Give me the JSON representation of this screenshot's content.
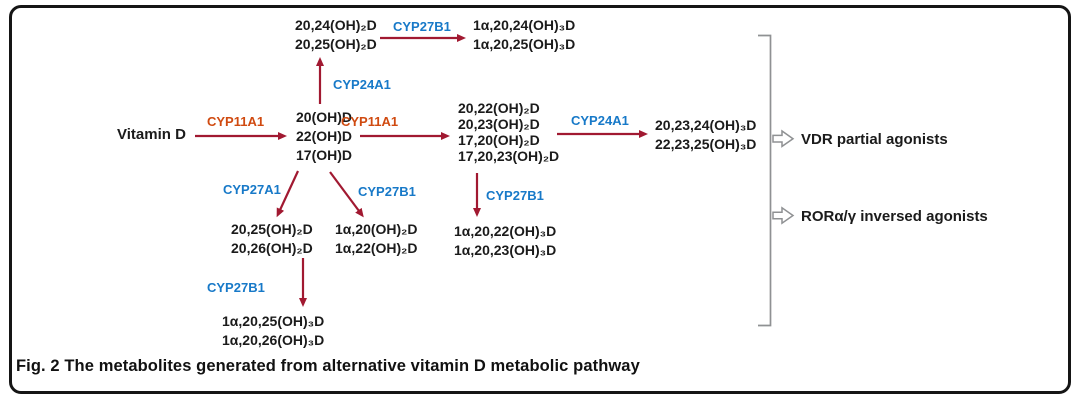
{
  "caption": "Fig. 2 The metabolites generated from alternative vitamin D metabolic pathway",
  "colors": {
    "arrow_red": "#A11931",
    "enzyme_blue": "#1779C8",
    "enzyme_orange": "#D04A10",
    "text_black": "#1b1b1b",
    "bracket_gray": "#8F9193"
  },
  "nodes": {
    "vitamin_d": {
      "label": "Vitamin D"
    },
    "hub1": {
      "lines": [
        "20(OH)D",
        "22(OH)D",
        "17(OH)D"
      ]
    },
    "oh2_top": {
      "lines": [
        "20,24(OH)₂D",
        "20,25(OH)₂D"
      ]
    },
    "oh3_top_right": {
      "lines": [
        "1α,20,24(OH)₃D",
        "1α,20,25(OH)₃D"
      ]
    },
    "hub2": {
      "lines": [
        "20,22(OH)₂D",
        "20,23(OH)₂D",
        "17,20(OH)₂D",
        "17,20,23(OH)₂D"
      ]
    },
    "oh3_mid_right": {
      "lines": [
        "20,23,24(OH)₃D",
        "22,23,25(OH)₃D"
      ]
    },
    "oh2_bottom_left": {
      "lines": [
        "20,25(OH)₂D",
        "20,26(OH)₂D"
      ]
    },
    "oh2_bottom_mid": {
      "lines": [
        "1α,20(OH)₂D",
        "1α,22(OH)₂D"
      ]
    },
    "oh3_bottom_left": {
      "lines": [
        "1α,20,25(OH)₃D",
        "1α,20,26(OH)₃D"
      ]
    },
    "oh3_bottom_mid": {
      "lines": [
        "1α,20,22(OH)₃D",
        "1α,20,23(OH)₃D"
      ]
    }
  },
  "enzymes": {
    "cyp11a1_first": "CYP11A1",
    "cyp11a1_second": "CYP11A1",
    "cyp24a1_up": "CYP24A1",
    "cyp27b1_top": "CYP27B1",
    "cyp24a1_right": "CYP24A1",
    "cyp27a1_downleft": "CYP27A1",
    "cyp27b1_downright": "CYP27B1",
    "cyp27b1_bottom_left": "CYP27B1",
    "cyp27b1_center": "CYP27B1"
  },
  "outputs": {
    "vdr": "VDR partial agonists",
    "ror": "RORα/γ inversed agonists"
  }
}
